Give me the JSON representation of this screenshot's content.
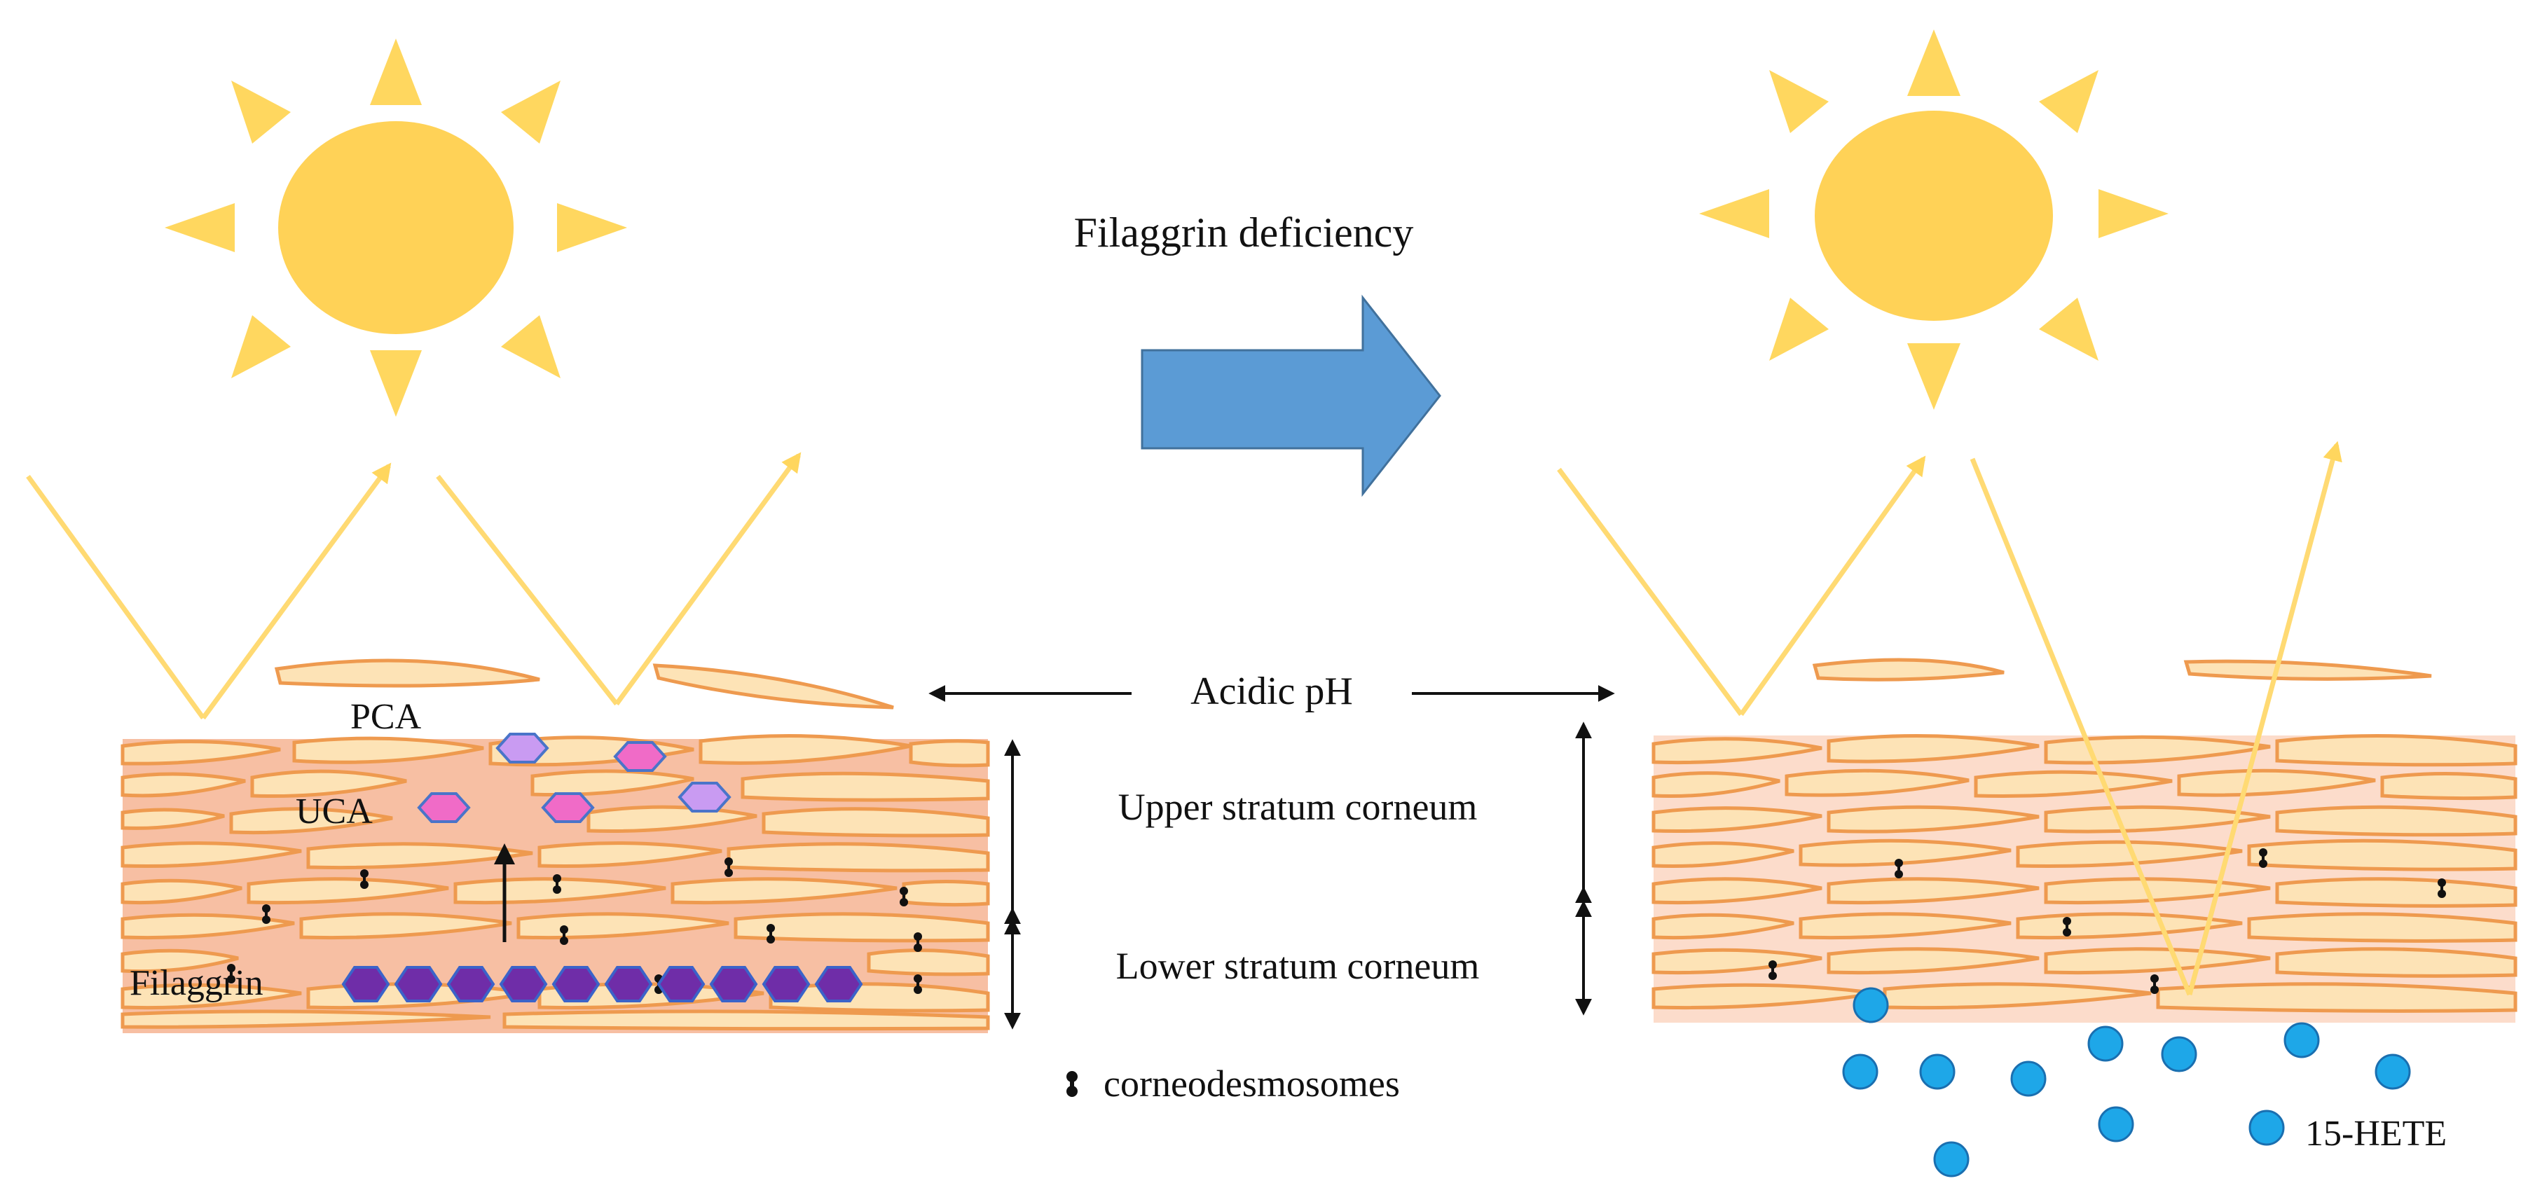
{
  "title": "Filaggrin deficiency",
  "labels": {
    "acidic_ph": "Acidic pH",
    "upper_sc": "Upper stratum corneum",
    "lower_sc": "Lower stratum corneum",
    "pca": "PCA",
    "uca": "UCA",
    "filaggrin": "Filaggrin",
    "corneodesmosomes": "corneodesmosomes",
    "hete": "15-HETE"
  },
  "colors": {
    "sun": "#FFD257",
    "sun_ray": "#FFD75F",
    "uv_ray": "#FFDA73",
    "cell_fill": "#FDE3B6",
    "cell_stroke": "#EE9A4F",
    "matrix_normal": "#F7BFA3",
    "matrix_deficient": "#FCDCCB",
    "arrow": "#5B9BD5",
    "pca_hex": "#C99BF2",
    "uca_hex": "#F06BC7",
    "filaggrin_hex": "#6F2DA8",
    "hete_dot": "#1EA7E8",
    "desmosome": "#111111"
  }
}
